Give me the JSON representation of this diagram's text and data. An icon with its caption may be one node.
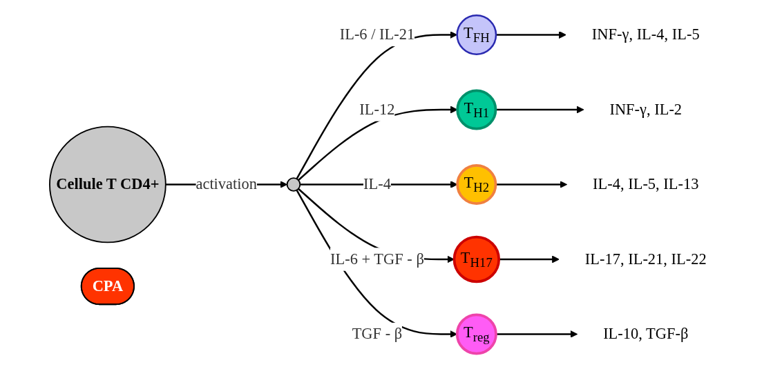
{
  "diagram": {
    "nodes": [
      {
        "text": [
          "Cellule T CD4+"
        ]
      },
      {
        "text": [
          "CPA"
        ]
      },
      {
        "text": [],
        "shape": "circle"
      },
      {
        "text": [
          "T$_{FH}$"
        ]
      },
      {
        "text": [
          "T$_{H1}$"
        ]
      },
      {
        "text": [
          "T$_{H2}$"
        ]
      },
      {
        "text": [
          "T$_{H17}$"
        ]
      },
      {
        "text": [
          "T$_{reg}$"
        ]
      },
      {
        "text": [
          "INF-γ, IL-4, IL-5"
        ]
      },
      {
        "text": [
          "INF-γ, IL-2"
        ]
      },
      {
        "text": [
          "IL-4, IL-5, IL-13"
        ]
      },
      {
        "text": [
          "IL-17, IL-21, IL-22"
        ]
      },
      {
        "text": [
          "IL-10, TGF-β"
        ]
      }
    ],
    "edges": [
      {
        "from": 0,
        "to": 2,
        "arrow": "to",
        "label": "activation"
      },
      {
        "from": 2,
        "to": 3,
        "arrow": "to",
        "label": "IL-6 / IL-21"
      },
      {
        "from": 2,
        "to": 4,
        "arrow": "to",
        "label": "IL-12"
      },
      {
        "from": 2,
        "to": 5,
        "arrow": "to",
        "label": "IL-4"
      },
      {
        "from": 2,
        "to": 6,
        "arrow": "to",
        "label": "IL-6 + TGF - β"
      },
      {
        "from": 2,
        "to": 7,
        "arrow": "to",
        "label": "TGF - β"
      },
      {
        "from": 3,
        "to": 8,
        "arrow": "to"
      },
      {
        "from": 4,
        "to": 9,
        "arrow": "to"
      },
      {
        "from": 5,
        "to": 10,
        "arrow": "to"
      },
      {
        "from": 6,
        "to": 11,
        "arrow": "to"
      },
      {
        "from": 7,
        "to": 12,
        "arrow": "to"
      }
    ]
  }
}
